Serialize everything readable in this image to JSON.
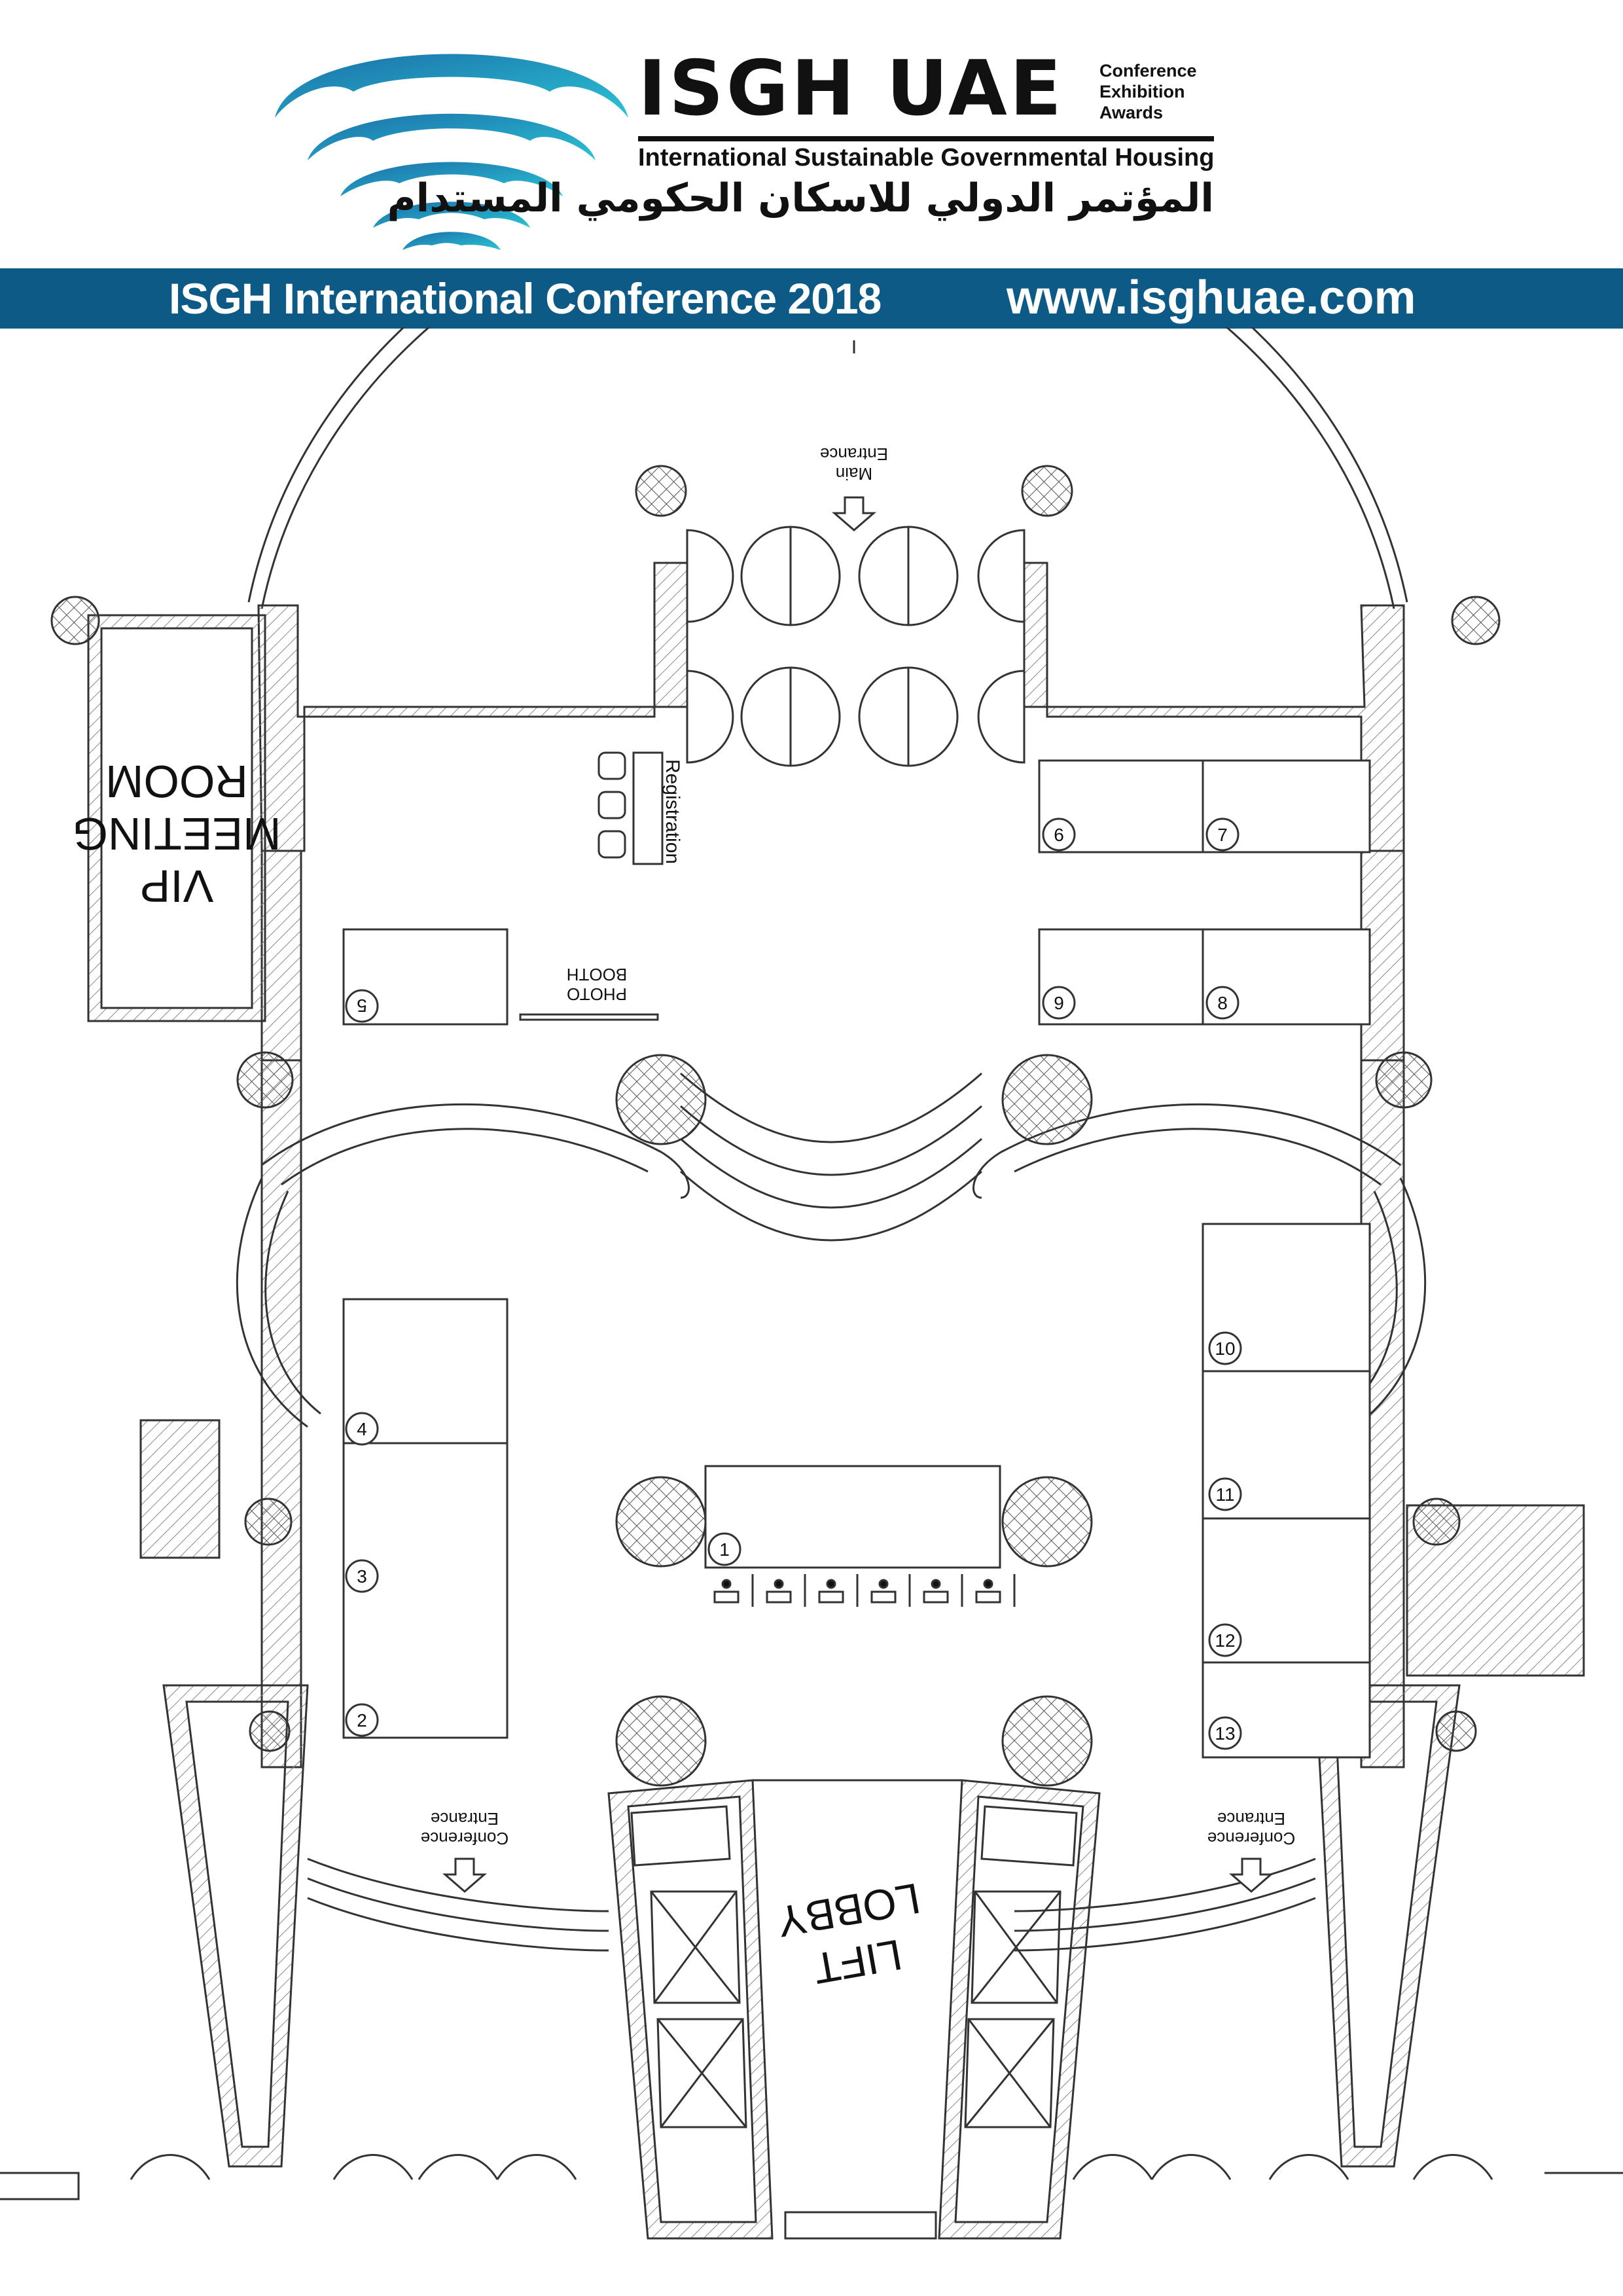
{
  "header": {
    "brand_name": "ISGH UAE",
    "brand_sub": [
      "Conference",
      "Exhibition",
      "Awards"
    ],
    "tagline_en": "International Sustainable Governmental Housing",
    "tagline_ar": "المؤتمر الدولي للاسكان الحكومي المستدام"
  },
  "banner": {
    "title": "ISGH International Conference 2018",
    "website": "www.isghuae.com"
  },
  "colors": {
    "banner_bg": "#0d5a87",
    "logo_dark": "#1b6fa8",
    "logo_light": "#2bc3d6",
    "wall_hatch": "#888888"
  },
  "plan": {
    "main_entrance": [
      "Main",
      "Entrance"
    ],
    "registration": "Registration",
    "vip_room": [
      "VIP",
      "MEETING",
      "ROOM"
    ],
    "photo_booth": [
      "PHOTO",
      "BOOTH"
    ],
    "conference_entrance": [
      "Conference",
      "Entrance"
    ],
    "lift_lobby": [
      "LIFT",
      "LOBBY"
    ],
    "booths": [
      "1",
      "2",
      "3",
      "4",
      "5",
      "6",
      "7",
      "8",
      "9",
      "10",
      "11",
      "12",
      "13"
    ]
  }
}
